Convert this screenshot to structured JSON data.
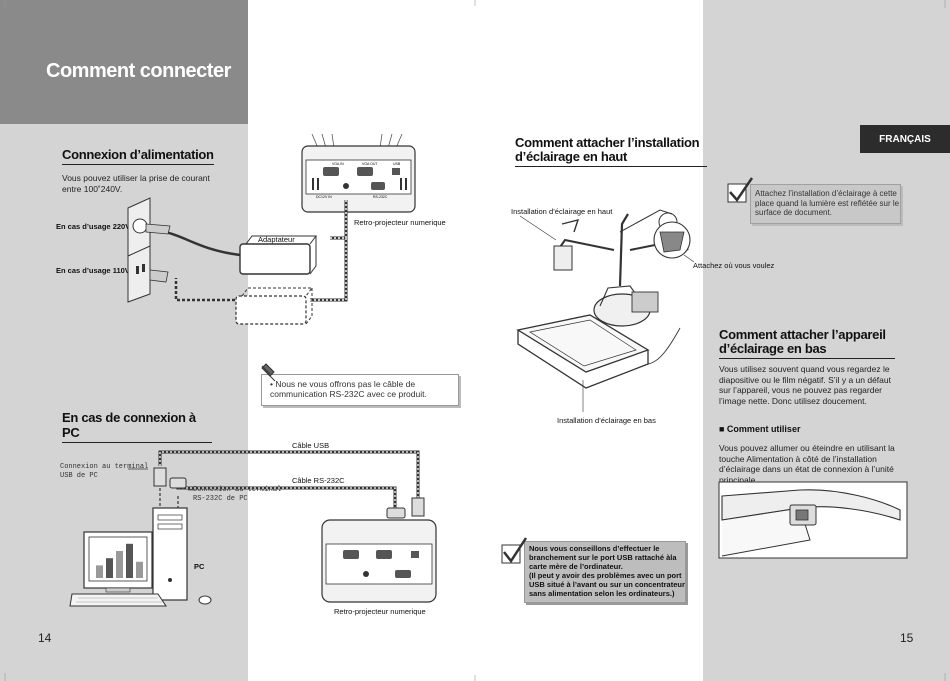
{
  "header": {
    "title": "Comment connecter",
    "language_tab": "FRANÇAIS"
  },
  "power_section": {
    "title": "Connexion d’alimentation",
    "text": "Vous pouvez utiliser la prise de courant entre 100˚240V.",
    "label_220": "En cas d’usage 220V",
    "label_110": "En cas d’usage 110V",
    "adapter_label": "Adaptateur",
    "projector_label": "Retro-projecteur numerique"
  },
  "note_rs232": "• Nous ne vous offrons pas le câble de communication RS-232C avec ce produit.",
  "pc_section": {
    "title": "En cas de connexion à PC",
    "usb_cable": "Câble USB",
    "rs232_cable": "Câble RS-232C",
    "usb_terminal_line1": "Connexion au terminal",
    "usb_terminal_line2": "USB de PC",
    "rs232_terminal_line1": "Connexion au terminal",
    "rs232_terminal_line2": "RS-232C de PC",
    "pc_label": "PC",
    "projector_label": "Retro-projecteur numerique"
  },
  "note_usb": [
    "Nous vous conseillons d’effectuer le",
    "branchement sur le port USB rattaché àla",
    "carte mère de l’ordinateur.",
    "(Il peut y avoir des problèmes avec un port",
    "USB situé à l’avant ou sur un concentrateur",
    "sans alimentation selon les ordinateurs.)"
  ],
  "top_light_section": {
    "title_line1": "Comment attacher l’installation",
    "title_line2": "d’éclairage en haut",
    "note": "Attachez l’installation d’éclairage à cette place quand la lumière est reflétée sur le surface de document.",
    "label_top": "Installation d’éclairage en haut",
    "label_attach": "Attachez où vous voulez",
    "label_bottom": "Installation d’éclairage en bas"
  },
  "bottom_light_section": {
    "title_line1": "Comment attacher l’appareil",
    "title_line2": "d’éclairage en bas",
    "text": "Vous utilisez souvent quand vous regardez le diapositive ou le film négatif. S’il y a un défaut sur l’appareil, vous ne pouvez pas regarder l’image nette. Donc utilisez doucement.",
    "subhead": "■ Comment utiliser",
    "usage_text": "Vous pouvez allumer ou éteindre en utilisant la touche Alimentation à côté de l’installation d’éclairage dans un état de connexion à l’unité principale."
  },
  "device_ports": {
    "vga_in": "VGA IN",
    "vga_out": "VGA OUT",
    "usb": "USB",
    "rs232c": "RS-232C",
    "dc_in": "DC12V IN"
  },
  "chart_bars": [
    0.35,
    0.55,
    0.75,
    0.95,
    0.45
  ],
  "page_numbers": {
    "left": "14",
    "right": "15"
  }
}
